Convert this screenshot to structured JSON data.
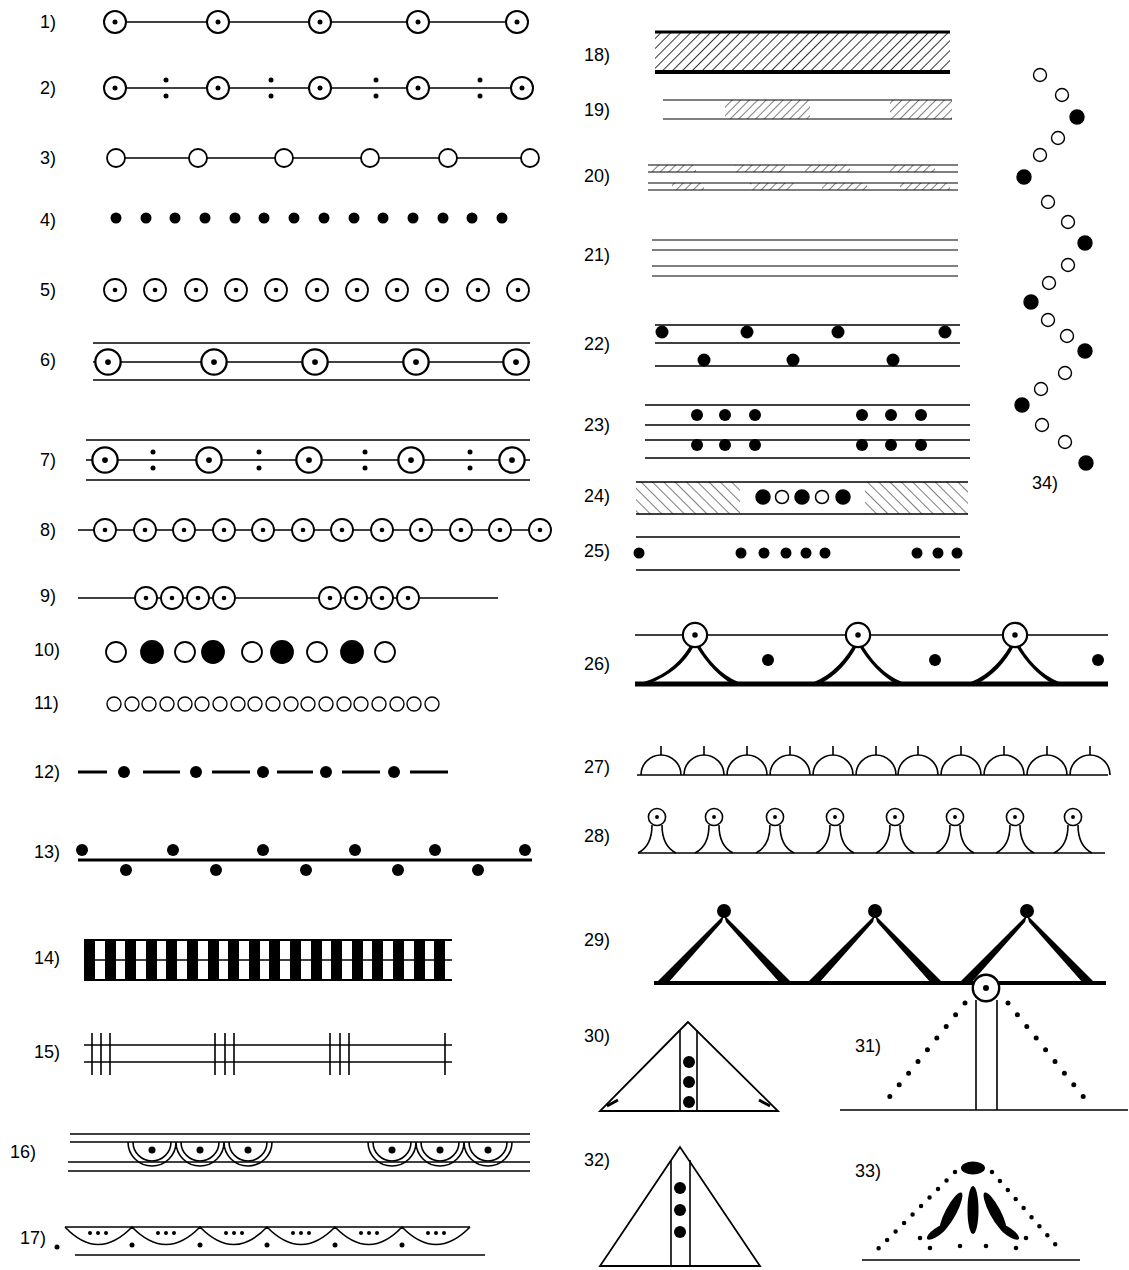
{
  "diagram": {
    "labels": [
      "1)",
      "2)",
      "3)",
      "4)",
      "5)",
      "6)",
      "7)",
      "8)",
      "9)",
      "10)",
      "11)",
      "12)",
      "13)",
      "14)",
      "15)",
      "16)",
      "17)",
      "18)",
      "19)",
      "20)",
      "21)",
      "22)",
      "23)",
      "24)",
      "25)",
      "26)",
      "27)",
      "28)",
      "29)",
      "30)",
      "31)",
      "32)",
      "33)",
      "34)"
    ]
  }
}
